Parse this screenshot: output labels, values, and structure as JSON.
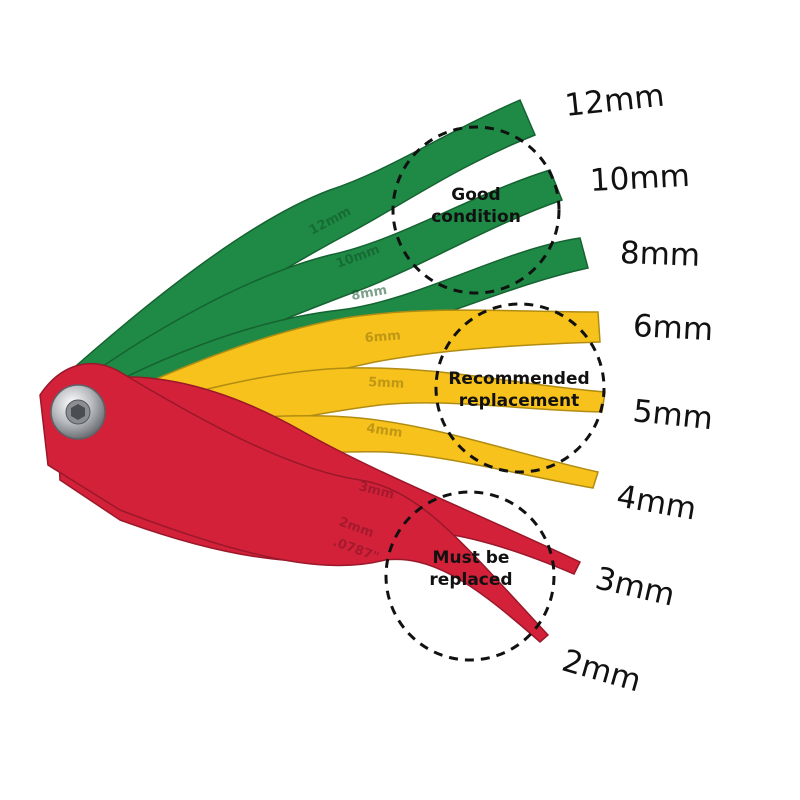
{
  "colors": {
    "green": "#1e8a45",
    "yellow": "#f6c21b",
    "red": "#d4213a",
    "circle": "#111111"
  },
  "gauges": [
    {
      "size": "12mm",
      "embossed": "12mm",
      "color": "green"
    },
    {
      "size": "10mm",
      "embossed": "10mm",
      "color": "green"
    },
    {
      "size": "8mm",
      "embossed": "8mm",
      "color": "green"
    },
    {
      "size": "6mm",
      "embossed": "6mm",
      "color": "yellow"
    },
    {
      "size": "5mm",
      "embossed": "5mm",
      "color": "yellow"
    },
    {
      "size": "4mm",
      "embossed": "4mm",
      "color": "yellow"
    },
    {
      "size": "3mm",
      "embossed": "3mm",
      "color": "red"
    },
    {
      "size": "2mm",
      "embossed": "2mm",
      "color": "red"
    }
  ],
  "zones": [
    {
      "line1": "Good",
      "line2": "condition",
      "color": "green"
    },
    {
      "line1": "Recommended",
      "line2": "replacement",
      "color": "yellow"
    },
    {
      "line1": "Must be",
      "line2": "replaced",
      "color": "red"
    }
  ],
  "embossed_fraction": ".0787\""
}
